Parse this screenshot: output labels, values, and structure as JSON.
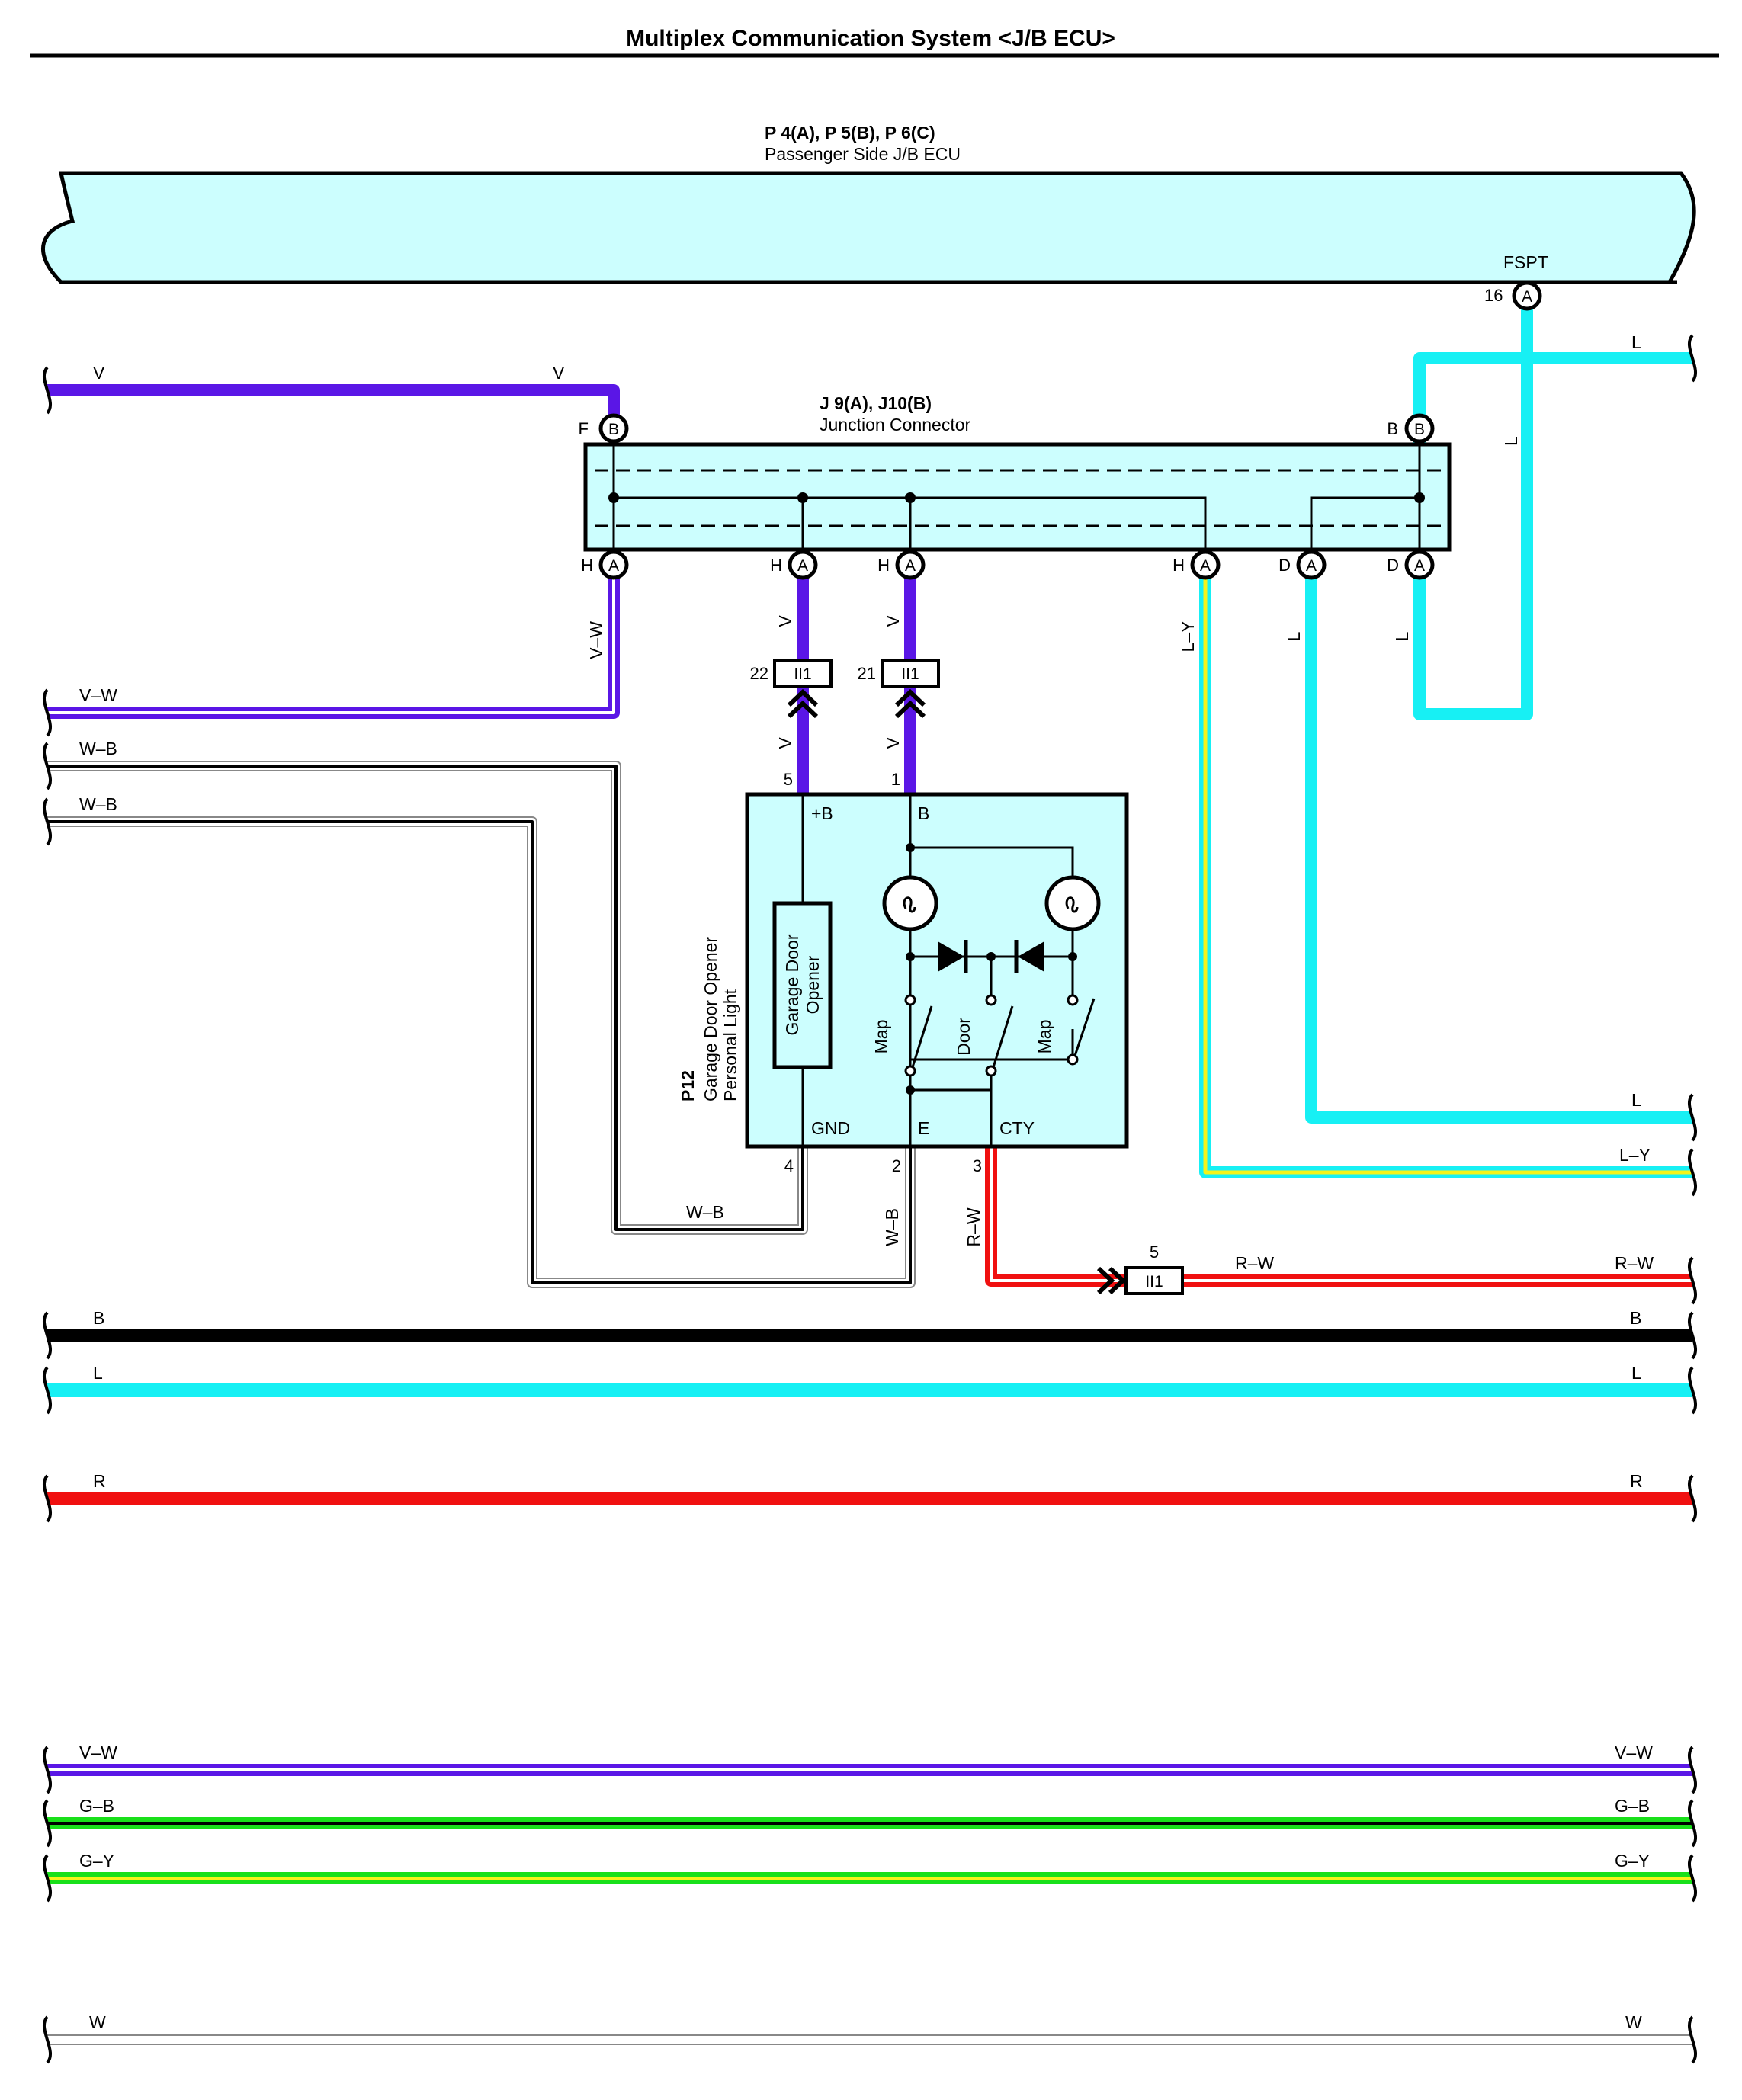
{
  "title": "Multiplex Communication System <J/B ECU>",
  "ecu": {
    "code": "P 4(A), P 5(B), P 6(C)",
    "name": "Passenger Side J/B ECU",
    "terminal": "FSPT",
    "pin": "16",
    "pin_conn": "A"
  },
  "junction": {
    "code": "J 9(A), J10(B)",
    "name": "Junction Connector",
    "top_pins": [
      {
        "side": "F",
        "conn": "B"
      },
      {
        "side": "B",
        "conn": "B"
      }
    ],
    "bottom_pins": [
      {
        "side": "H",
        "conn": "A"
      },
      {
        "side": "H",
        "conn": "A"
      },
      {
        "side": "H",
        "conn": "A"
      },
      {
        "side": "H",
        "conn": "A"
      },
      {
        "side": "D",
        "conn": "A"
      },
      {
        "side": "D",
        "conn": "A"
      }
    ]
  },
  "connectors": {
    "ii1_22": {
      "pin": "22",
      "name": "II1"
    },
    "ii1_21": {
      "pin": "21",
      "name": "II1"
    },
    "ii1_5": {
      "pin": "5",
      "name": "II1"
    }
  },
  "device": {
    "code": "P12",
    "name1": "Garage Door Opener",
    "name2": "Personal Light",
    "inner": [
      "Garage Door",
      "Opener"
    ],
    "terminals": {
      "plusb": "+B",
      "b": "B",
      "gnd": "GND",
      "e": "E",
      "cty": "CTY"
    },
    "pins": {
      "p5": "5",
      "p1": "1",
      "p4": "4",
      "p2": "2",
      "p3": "3"
    },
    "switches": [
      "Map",
      "Door",
      "Map"
    ]
  },
  "wires": {
    "v": "V",
    "vw": "V–W",
    "wb": "W–B",
    "l": "L",
    "ly": "L–Y",
    "rw": "R–W",
    "b": "B",
    "r": "R",
    "gb": "G–B",
    "gy": "G–Y",
    "w": "W"
  },
  "colors": {
    "violet": "#5a16e6",
    "cyan": "#17f0f4",
    "red": "#f01010",
    "green": "#19e01a",
    "yellow": "#f4f41a",
    "black": "#000000",
    "fill": "#ccfefe"
  }
}
